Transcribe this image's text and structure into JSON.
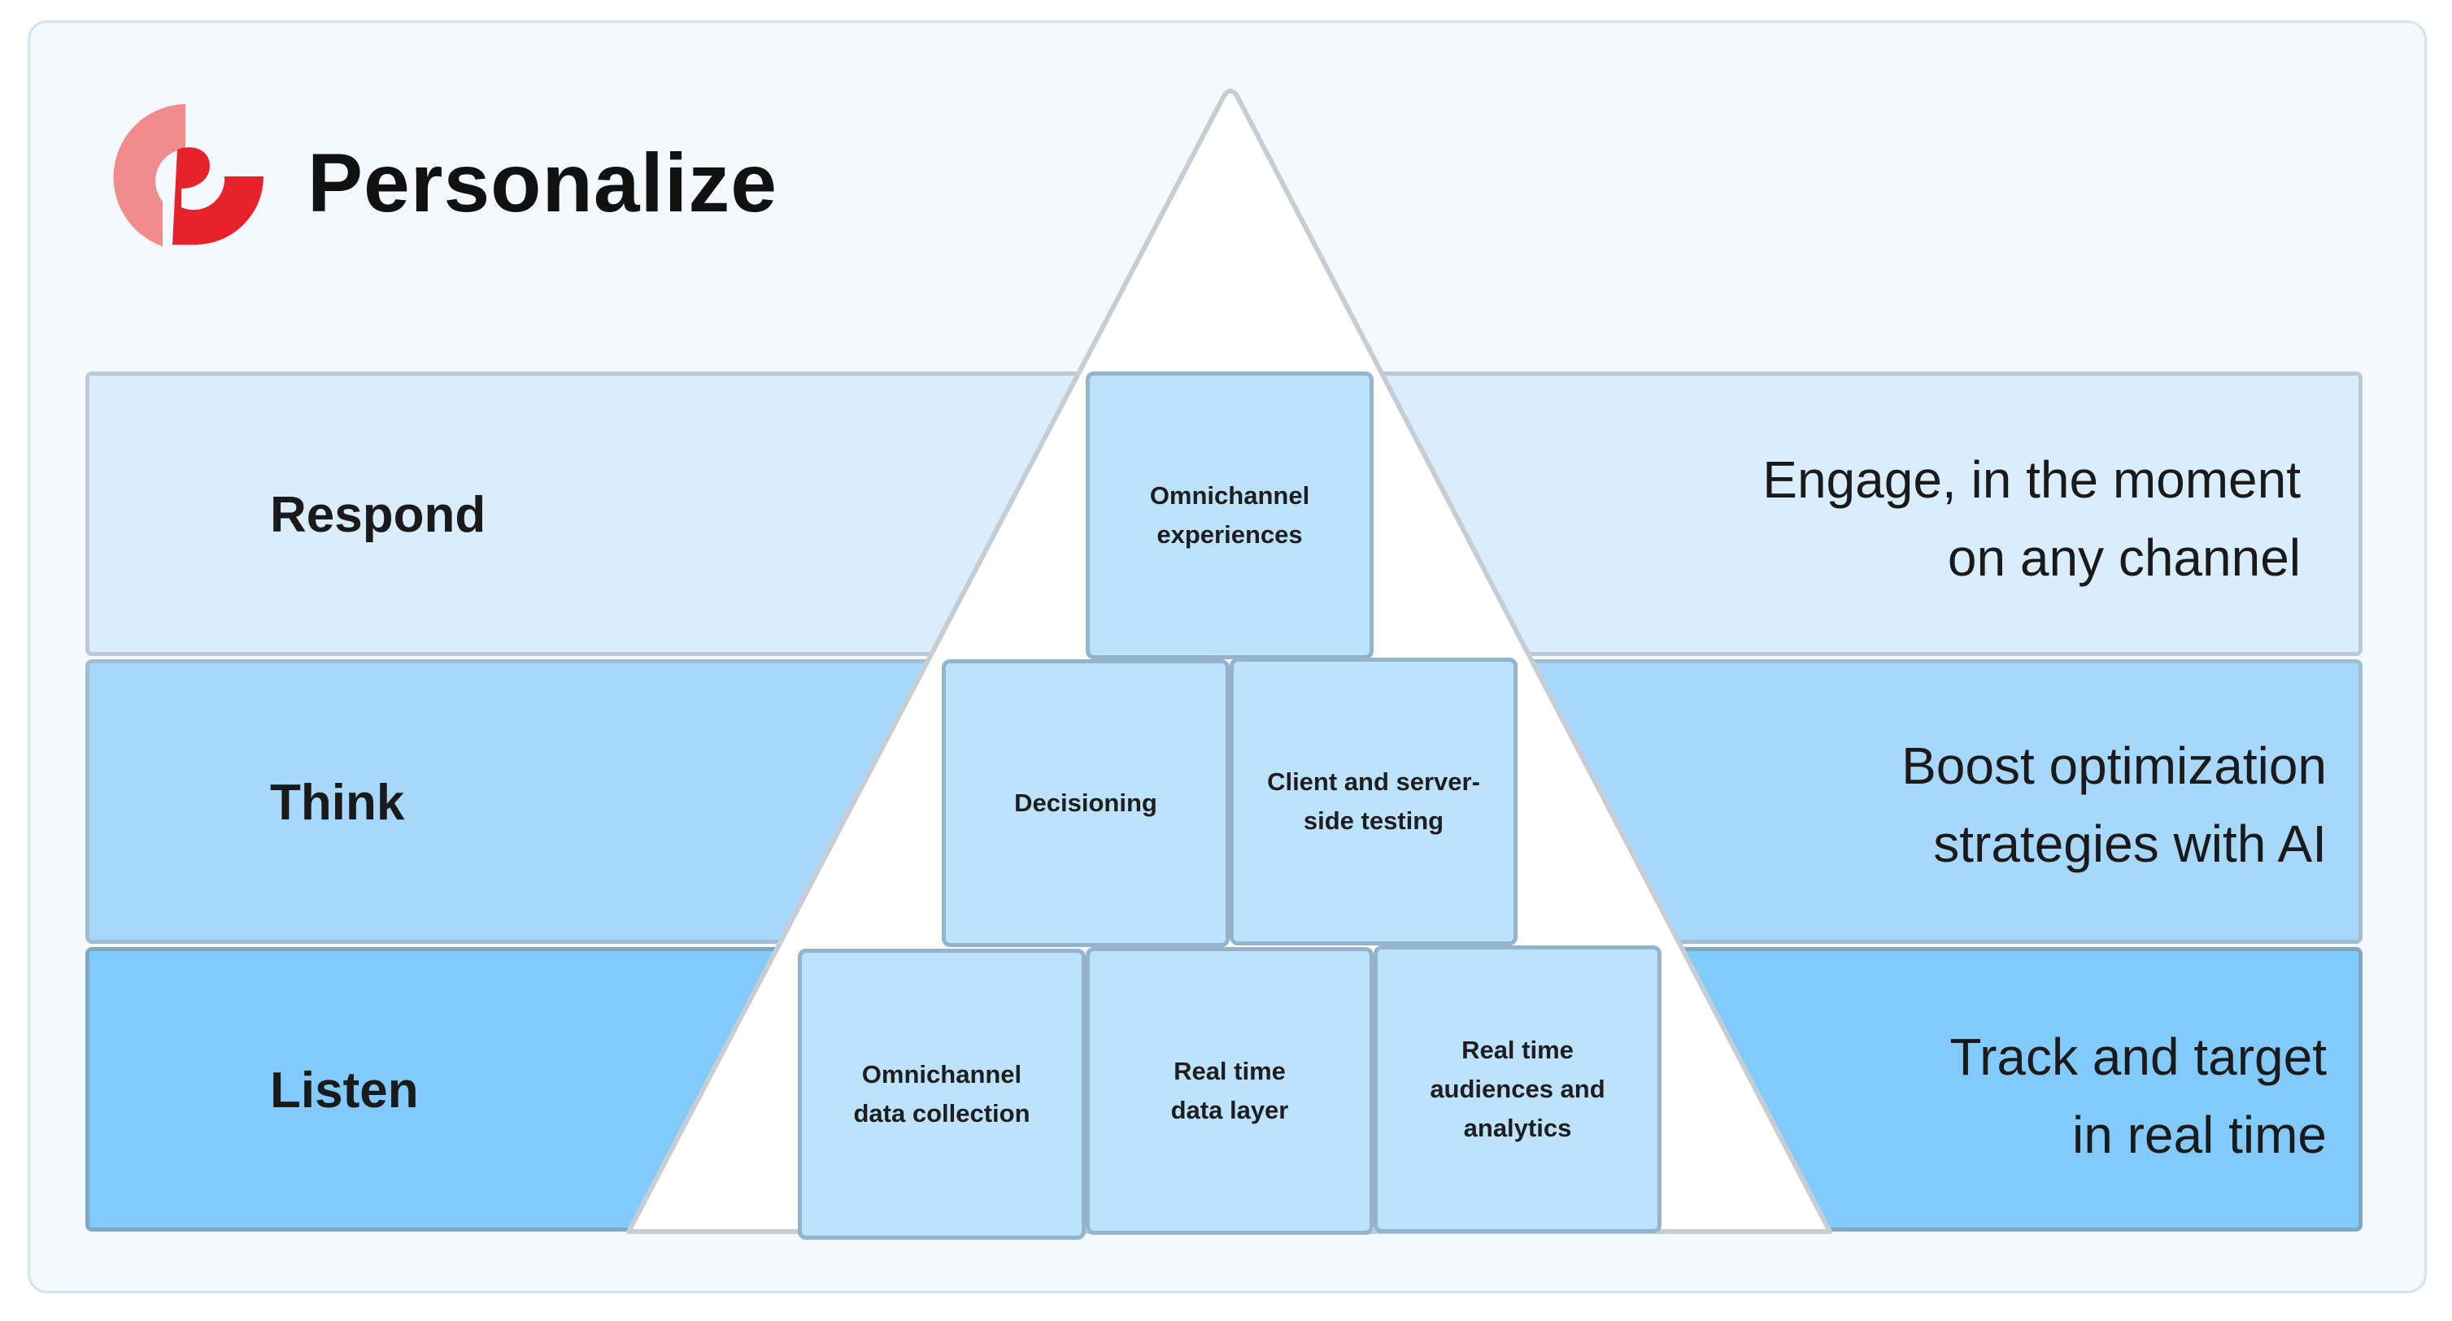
{
  "brand": {
    "name": "Personalize",
    "logo_colors": {
      "light": "#f28b8b",
      "dark": "#e8222b"
    }
  },
  "colors": {
    "respond_band": "#d9edfd",
    "think_band": "#a7d8fb",
    "listen_band": "#82c9fc",
    "pyramid_fill": "#ffffff",
    "pyramid_stroke": "#c6cdd3",
    "capability_box": "#bde2fc"
  },
  "layers": {
    "respond": {
      "label": "Respond",
      "description": [
        "Engage, in the moment",
        "on any channel"
      ],
      "capabilities": [
        [
          "Omnichannel",
          "experiences"
        ]
      ]
    },
    "think": {
      "label": "Think",
      "description": [
        "Boost optimization",
        "strategies with AI"
      ],
      "capabilities": [
        [
          "Decisioning"
        ],
        [
          "Client and server-",
          "side testing"
        ]
      ]
    },
    "listen": {
      "label": "Listen",
      "description": [
        "Track and target",
        "in real time"
      ],
      "capabilities": [
        [
          "Omnichannel",
          "data collection"
        ],
        [
          "Real time",
          "data layer"
        ],
        [
          "Real time",
          "audiences and",
          "analytics"
        ]
      ]
    }
  }
}
